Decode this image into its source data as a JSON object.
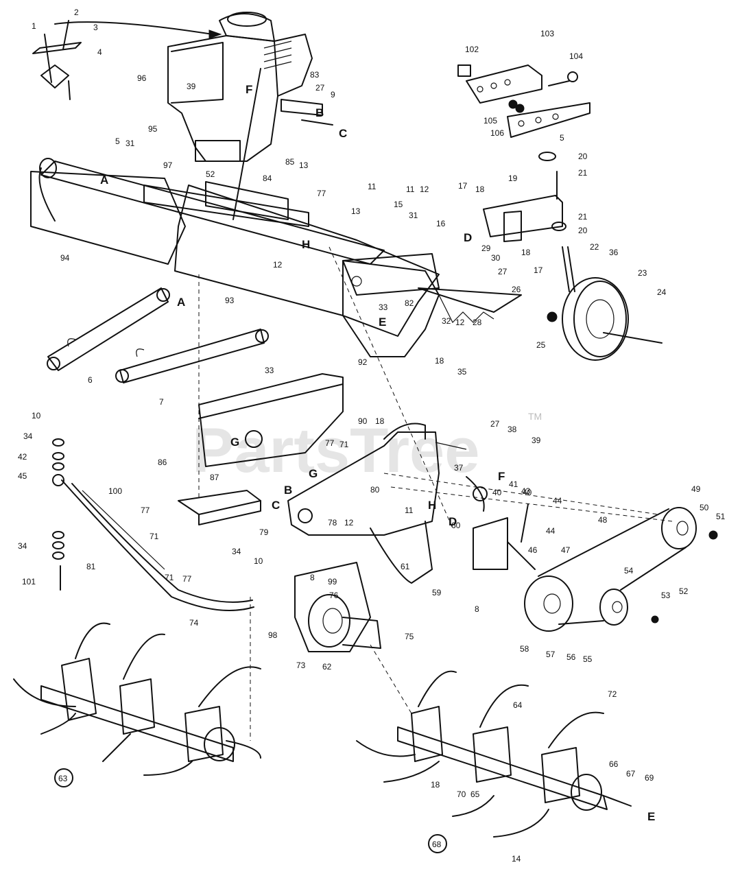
{
  "watermark": {
    "text": "PartsTree",
    "trademark": "TM"
  },
  "part_numbers": [
    "1",
    "2",
    "3",
    "4",
    "96",
    "39",
    "83",
    "27",
    "9",
    "95",
    "85",
    "84",
    "52",
    "13",
    "97",
    "31",
    "5",
    "94",
    "93",
    "92",
    "102",
    "103",
    "104",
    "105",
    "106",
    "5",
    "20",
    "21",
    "17",
    "18",
    "19",
    "21",
    "20",
    "18",
    "17",
    "22",
    "36",
    "23",
    "24",
    "25",
    "11",
    "12",
    "15",
    "31",
    "16",
    "29",
    "30",
    "27",
    "33",
    "82",
    "32",
    "12",
    "28",
    "26",
    "18",
    "35",
    "6",
    "7",
    "33",
    "86",
    "90",
    "18",
    "27",
    "38",
    "39",
    "37",
    "41",
    "40",
    "40",
    "43",
    "44",
    "44",
    "46",
    "47",
    "48",
    "49",
    "50",
    "51",
    "54",
    "53",
    "52",
    "58",
    "57",
    "56",
    "55",
    "77",
    "71",
    "77",
    "71",
    "87",
    "71",
    "77",
    "80",
    "79",
    "78",
    "12",
    "11",
    "61",
    "60",
    "59",
    "8",
    "10",
    "34",
    "42",
    "45",
    "34",
    "81",
    "101",
    "100",
    "34",
    "10",
    "8",
    "76",
    "99",
    "98",
    "74",
    "73",
    "62",
    "75",
    "63",
    "64",
    "72",
    "18",
    "70",
    "65",
    "66",
    "67",
    "69",
    "68",
    "14",
    "13",
    "11",
    "12",
    "77"
  ],
  "reference_letters": [
    "A",
    "A",
    "B",
    "C",
    "F",
    "H",
    "D",
    "E",
    "G",
    "G",
    "B",
    "C",
    "H",
    "D",
    "F",
    "E"
  ]
}
